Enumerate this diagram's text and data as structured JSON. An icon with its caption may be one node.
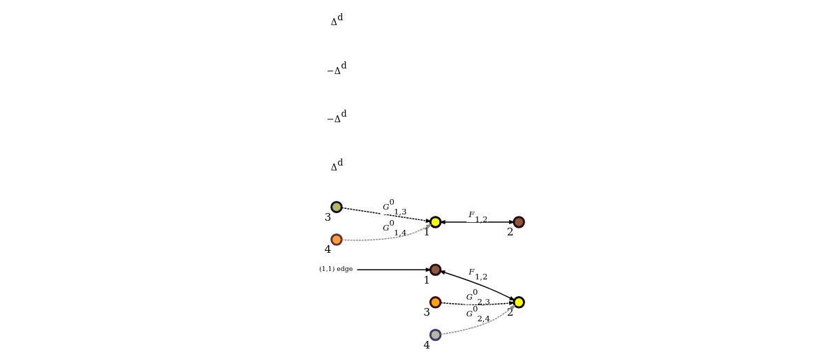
{
  "diagram": {
    "nodes": [
      {
        "text": [
          "(1,1) edge"
        ]
      },
      {
        "text": [],
        "shape": "circle",
        "beside": [
          "1"
        ]
      },
      {
        "text": [],
        "shape": "circle",
        "beside": [
          "2"
        ]
      },
      {
        "text": [],
        "shape": "circle",
        "beside": [
          "3"
        ]
      },
      {
        "text": [],
        "shape": "circle",
        "beside": [
          "4"
        ]
      },
      {
        "text": [],
        "shape": "circle",
        "beside": [
          "1"
        ]
      },
      {
        "text": [],
        "shape": "circle",
        "beside": [
          "2"
        ]
      },
      {
        "text": [],
        "shape": "circle",
        "beside": [
          "3"
        ]
      },
      {
        "text": [],
        "shape": "circle",
        "beside": [
          "4"
        ]
      }
    ],
    "edges": [
      {
        "from": 0,
        "to": 1,
        "arrow": "to"
      },
      {
        "from": 3,
        "to": 2,
        "arrow": "to",
        "style": "dashed",
        "label": "*G*$^{0}$$_{2,3}$"
      },
      {
        "from": 1,
        "to": 2,
        "arrow": "both",
        "label": "*F*$_{1,2}$"
      },
      {
        "from": 4,
        "to": 2,
        "arrow": "to",
        "style": "dashed",
        "color": "#8c8c8c",
        "label": "*G*$^{0}$$_{2,4}$"
      },
      {
        "from": 7,
        "to": 5,
        "arrow": "to",
        "style": "dashed",
        "label": "*G*$^{0}$$_{1,3}$"
      },
      {
        "from": 5,
        "to": 6,
        "arrow": "both",
        "label": "*F*$_{1,2}$"
      },
      {
        "from": 8,
        "to": 5,
        "arrow": "to",
        "style": "dashed",
        "color": "#8c8c8c",
        "label": "*G*$^{0}$$_{1,4}$"
      }
    ],
    "labels": [
      "Δ$^{d}$",
      "−Δ$^{d}$",
      "−Δ$^{d}$",
      "Δ$^{d}$"
    ]
  }
}
